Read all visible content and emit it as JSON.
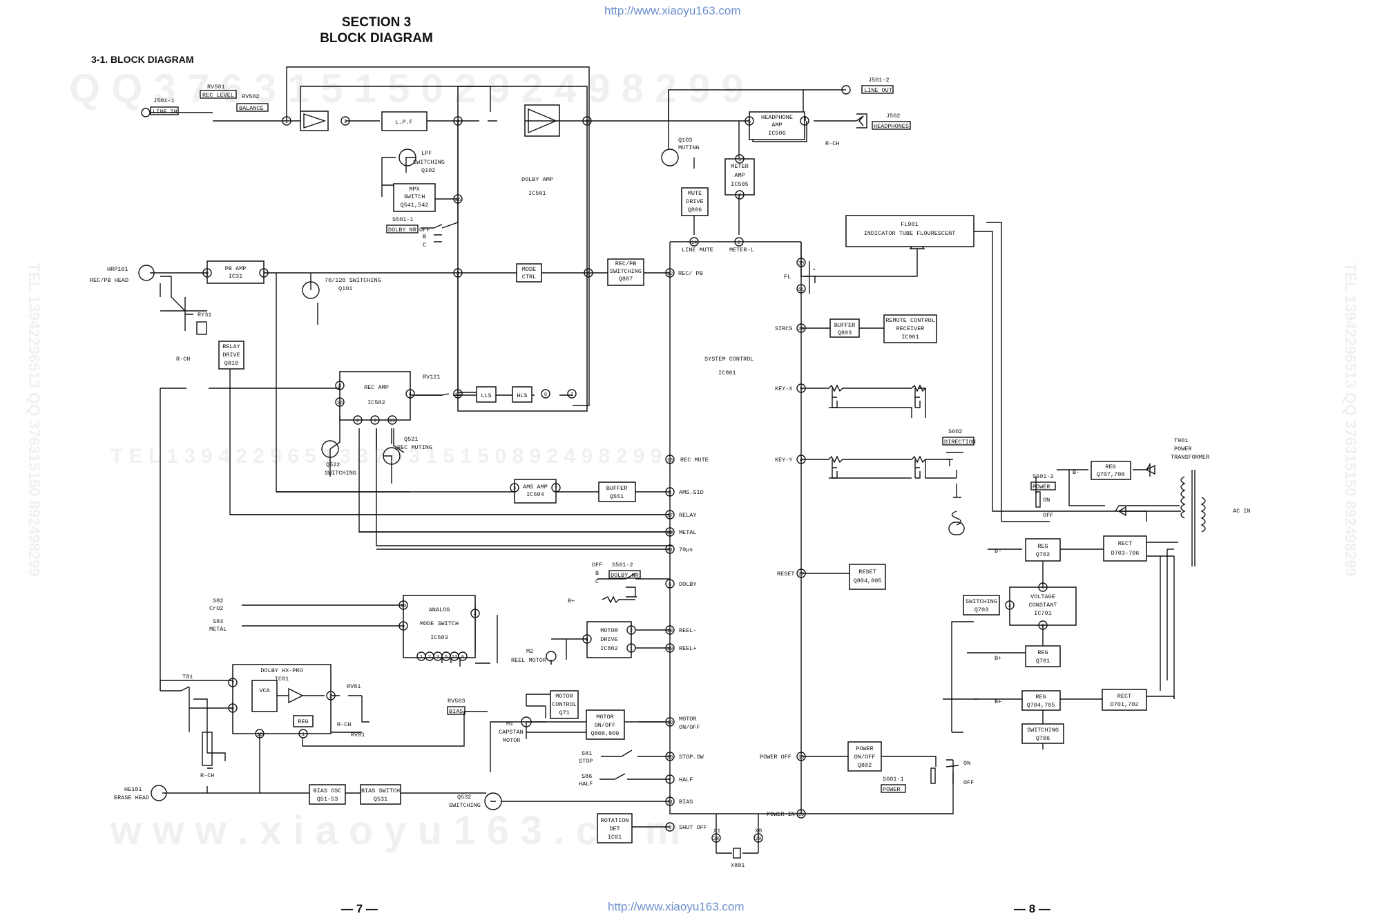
{
  "header": {
    "url_top": "http://www.xiaoyu163.com",
    "url_bottom": "http://www.xiaoyu163.com",
    "section": "SECTION 3",
    "title": "BLOCK DIAGRAM",
    "subsection": "3-1. BLOCK DIAGRAM",
    "page_left": "— 7 —",
    "page_right": "— 8 —"
  },
  "watermarks": {
    "row1": "Q Q 3 7 6 3 1 5 1 5 0       2 9 2 4 9 8 2 9 9",
    "row2": "T E L   1 3 9 4 2 2 9 6 5 1 3       3 7 6 3 1 5 1 5 0     8 9 2 4 9 8 2 9 9",
    "row3": "w w w . x i a o y u 1 6 3 . c o m",
    "side_left": "TEL 13942296513 QQ 376315150 892498299",
    "side_right": "TEL 13942296513 QQ 376315150 892498299"
  },
  "blocks": [
    {
      "id": "lpf",
      "l1": "L.P.F"
    },
    {
      "id": "hp_amp",
      "l1": "HEADPHONE",
      "l2": "AMP",
      "l3": "IC506"
    },
    {
      "id": "meter_amp",
      "l1": "METER",
      "l2": "AMP",
      "l3": "IC505"
    },
    {
      "id": "mute_drive",
      "l1": "MUTE",
      "l2": "DRIVE",
      "l3": "Q806"
    },
    {
      "id": "mpx",
      "l1": "MPX",
      "l2": "SWITCH",
      "l3": "Q541,542"
    },
    {
      "id": "pb_amp",
      "l1": "PB AMP",
      "l2": "IC31"
    },
    {
      "id": "mode_ctrl",
      "l1": "MODE",
      "l2": "CTRL"
    },
    {
      "id": "recpb_sw",
      "l1": "REC/PB",
      "l2": "SWITCHING",
      "l3": "Q807"
    },
    {
      "id": "fl901",
      "l1": "FL901",
      "l2": "INDICATOR TUBE  FLOURESCENT"
    },
    {
      "id": "relay_drive",
      "l1": "RELAY",
      "l2": "DRIVE",
      "l3": "Q810"
    },
    {
      "id": "buffer803",
      "l1": "BUFFER",
      "l2": "Q803"
    },
    {
      "id": "remote",
      "l1": "REMOTE CONTROL",
      "l2": "RECEIVER",
      "l3": "IC901"
    },
    {
      "id": "rec_amp",
      "l1": "REC AMP",
      "l2": "IC502"
    },
    {
      "id": "lls",
      "l1": "LLS"
    },
    {
      "id": "hls",
      "l1": "HLS"
    },
    {
      "id": "ams_amp",
      "l1": "AMS AMP",
      "l2": "IC504"
    },
    {
      "id": "buffer551",
      "l1": "BUFFER",
      "l2": "Q551"
    },
    {
      "id": "reg707",
      "l1": "REG",
      "l2": "Q707,708"
    },
    {
      "id": "reg702",
      "l1": "REG",
      "l2": "Q702"
    },
    {
      "id": "rect703",
      "l1": "RECT",
      "l2": "D703-706"
    },
    {
      "id": "reset",
      "l1": "RESET",
      "l2": "Q804,805"
    },
    {
      "id": "analog_mode",
      "l1": "ANALOG",
      "l2": "MODE SWITCH",
      "l3": "IC503"
    },
    {
      "id": "sw703",
      "l1": "SWITCHING",
      "l2": "Q703"
    },
    {
      "id": "vc701",
      "l1": "VOLTAGE",
      "l2": "CONSTANT",
      "l3": "IC701"
    },
    {
      "id": "motor_drive",
      "l1": "MOTOR",
      "l2": "DRIVE",
      "l3": "IC802"
    },
    {
      "id": "reg701",
      "l1": "REG",
      "l2": "Q701"
    },
    {
      "id": "hxpro",
      "l1": "DOLBY HX-PRO",
      "l2": "IC81"
    },
    {
      "id": "vca",
      "l1": "VCA"
    },
    {
      "id": "reg81",
      "l1": "REG"
    },
    {
      "id": "motor_ctrl",
      "l1": "MOTOR",
      "l2": "CONTROL",
      "l3": "Q71"
    },
    {
      "id": "motor_onoff",
      "l1": "MOTOR",
      "l2": "ON/OFF",
      "l3": "Q808,809"
    },
    {
      "id": "reg704",
      "l1": "REG",
      "l2": "Q704,705"
    },
    {
      "id": "rect701",
      "l1": "RECT",
      "l2": "D701,702"
    },
    {
      "id": "sw706",
      "l1": "SWITCHING",
      "l2": "Q706"
    },
    {
      "id": "power_onoff",
      "l1": "POWER",
      "l2": "ON/OFF",
      "l3": "Q802"
    },
    {
      "id": "bias_osc",
      "l1": "BIAS OSC",
      "l2": "Q51-53"
    },
    {
      "id": "bias_switch",
      "l1": "BIAS SWITCH",
      "l2": "Q531"
    },
    {
      "id": "rotation",
      "l1": "ROTATION",
      "l2": "DET",
      "l3": "IC81"
    }
  ],
  "labels": {
    "j501_1": "J501-1",
    "line_in": "LINE IN",
    "rv501": "RV501",
    "rec_level": "REC LEVEL",
    "rv502": "RV502",
    "balance": "BALANCE",
    "j501_2": "J501-2",
    "line_out": "LINE OUT",
    "j502": "J502",
    "headphones": "HEADPHONES",
    "rch_hp": "R-CH",
    "q103": "Q103",
    "muting": "MUTING",
    "lpf_sw1": "LPF",
    "lpf_sw2": "SWITCHING",
    "lpf_sw3": "Q102",
    "dolby_amp": "DOLBY AMP",
    "ic501": "IC501",
    "s501_1": "S501-1",
    "dolby_nr": "DOLBY NR",
    "off1": "OFF",
    "b1": "B",
    "c1": "C",
    "hrp101": "HRP101",
    "recpb_head": "REC/PB HEAD",
    "sw70_1": "70/120 SWITCHING",
    "sw70_2": "Q101",
    "ry31": "RY31",
    "rch_rl": "R-CH",
    "line_mute": "LINE MUTE",
    "meter_l": "METER-L",
    "rec_pb": "REC/ PB",
    "fl": "FL",
    "sircs": "SIRCS",
    "system_control": "SYSTEM CONTROL",
    "ic801": "IC801",
    "key_x": "KEY-X",
    "key_y": "KEY-Y",
    "rv121": "RV121",
    "q522": "Q522",
    "switching522": "SWITCHING",
    "q521": "Q521",
    "rec_muting": "REC MUTING",
    "rec_mute": "REC MUTE",
    "s602": "S602",
    "direction": "DIRECTION",
    "t901_1": "T901",
    "t901_2": "POWER",
    "t901_3": "TRANSFORMER",
    "ac_in": "AC IN",
    "s601_2": "S601-2",
    "power1": "POWER",
    "on1": "ON",
    "off2": "OFF",
    "b_minus1": "B-",
    "b_minus2": "B-",
    "ams_sid": "AMS.SID",
    "relay": "RELAY",
    "metal": "METAL",
    "seventy": "70μs",
    "reset_pin": "RESET",
    "off3": "OFF",
    "s501_2": "S501-2",
    "b2": "B",
    "dolby_nr2": "DOLBY NR",
    "c2": "C",
    "b_plus1": "B+",
    "dolby_pin": "DOLBY",
    "s82": "S82",
    "crO2": "CrO2",
    "s83": "S83",
    "metal2": "METAL",
    "reel_minus": "REEL-",
    "reel_plus": "REEL+",
    "m2": "M2",
    "reel_motor": "REEL MOTOR",
    "b_plus2": "B+",
    "t81": "T81",
    "rv81": "RV81",
    "rch_rv": "R-CH",
    "rv91": "RV91",
    "rv503": "RV503",
    "bias": "BIAS",
    "m1": "M1",
    "capstan": "CAPSTAN",
    "motor": "MOTOR",
    "motor_pin1": "MOTOR",
    "motor_pin2": "ON/OFF",
    "b_plus3": "B+",
    "rch_t81": "R-CH",
    "s81": "S81",
    "stop": "STOP",
    "stop_sw": "STOP.SW",
    "s86": "S86",
    "half": "HALF",
    "half_pin": "HALF",
    "power_off": "POWER OFF",
    "on2": "ON",
    "off4": "OFF",
    "s601_1": "S601-1",
    "power2": "POWER",
    "he101": "HE101",
    "erase_head": "ERASE HEAD",
    "q532": "Q532",
    "switching532": "SWITCHING",
    "bias_pin": "BIAS",
    "shut_off": "SHUT OFF",
    "power_in": "POWER IN",
    "x1": "X1",
    "x0": "X0",
    "x801": "X801"
  }
}
